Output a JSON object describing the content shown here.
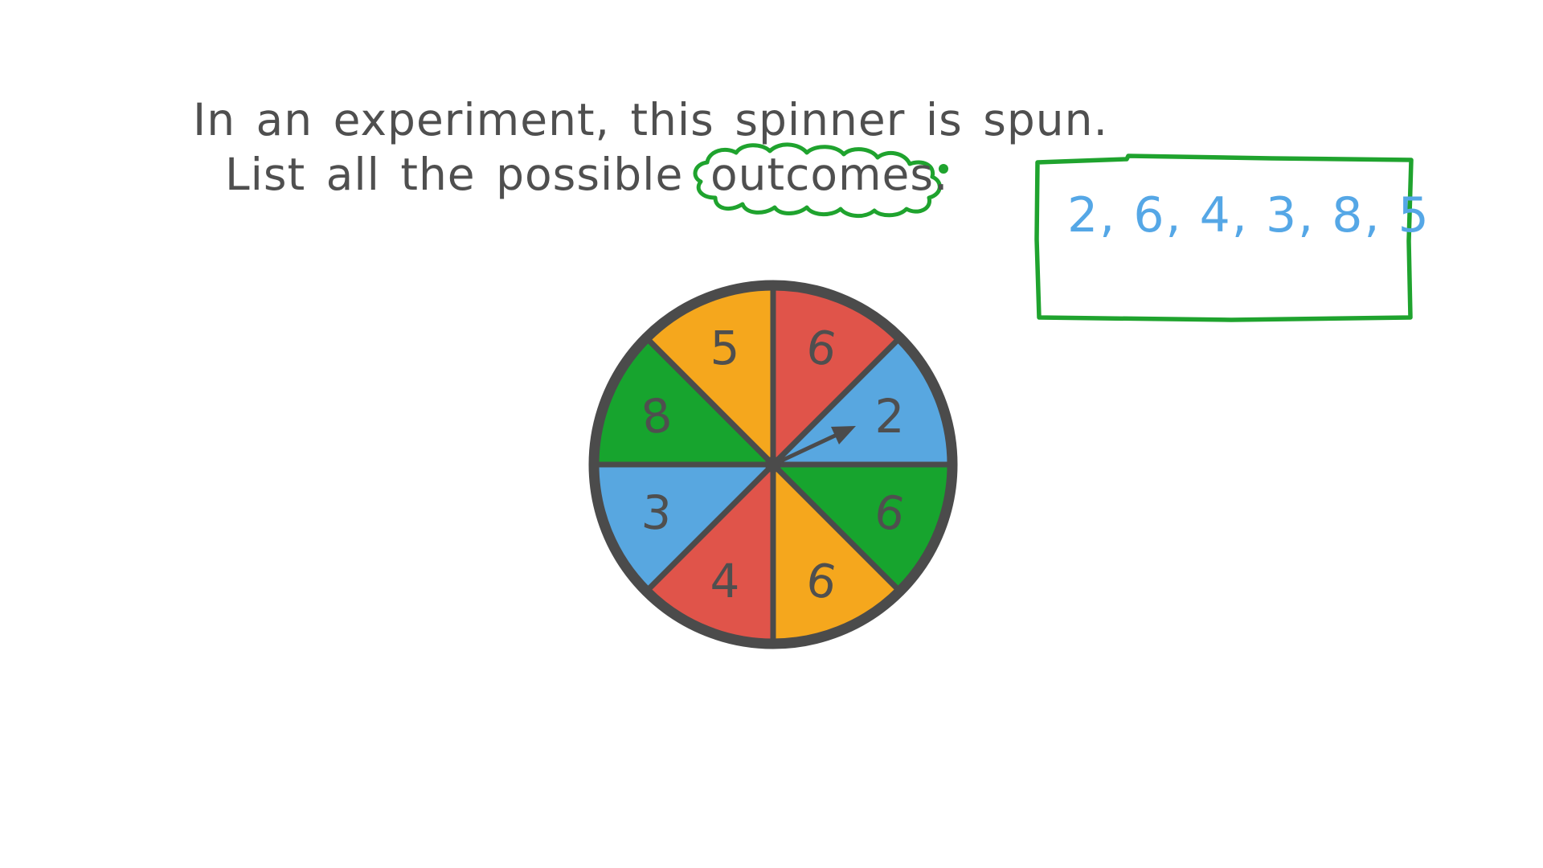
{
  "question": {
    "line1": "In an experiment, this spinner is spun.",
    "line2_prefix": "List all  the  possible",
    "line2_highlight": "outcomes."
  },
  "answer_box": {
    "text": "2, 6, 4, 3, 8, 5"
  },
  "chart_data": {
    "type": "pie",
    "title": "spinner with 8 equal sectors",
    "equal_slices": true,
    "slice_angle_deg": 45,
    "start": "12 o'clock, clockwise",
    "outline_color": "#4b4b4b",
    "sectors": [
      {
        "label": "6",
        "color_name": "red",
        "color": "#e0544a"
      },
      {
        "label": "2",
        "color_name": "blue",
        "color": "#58a7e0"
      },
      {
        "label": "6",
        "color_name": "green",
        "color": "#17a42e"
      },
      {
        "label": "6",
        "color_name": "orange",
        "color": "#f5a71d"
      },
      {
        "label": "4",
        "color_name": "red",
        "color": "#e0544a"
      },
      {
        "label": "3",
        "color_name": "blue",
        "color": "#58a7e0"
      },
      {
        "label": "8",
        "color_name": "green",
        "color": "#17a42e"
      },
      {
        "label": "5",
        "color_name": "orange",
        "color": "#f5a71d"
      }
    ],
    "pointer": {
      "points_to_label": "2",
      "direction": "up-right"
    }
  },
  "colors": {
    "page-bg": "#ffffff",
    "text-dark": "#4f4f4f",
    "outline": "#4b4b4b",
    "highlight-green": "#1fa32e",
    "answer-blue": "#55a7e6"
  }
}
